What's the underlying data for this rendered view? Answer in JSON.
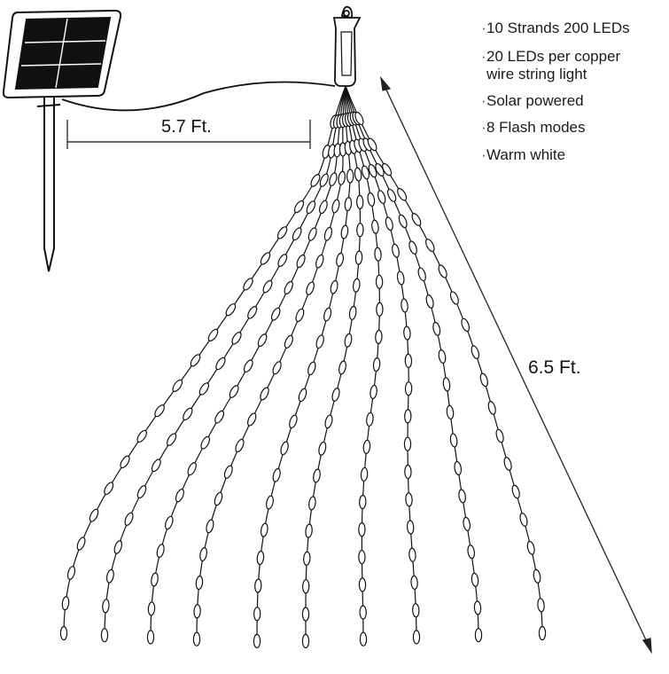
{
  "features": [
    {
      "lines": [
        "10 Strands 200 LEDs"
      ]
    },
    {
      "lines": [
        "20 LEDs per copper",
        "wire string light"
      ]
    },
    {
      "lines": [
        "Solar powered"
      ]
    },
    {
      "lines": [
        "8 Flash modes"
      ]
    },
    {
      "lines": [
        "Warm white"
      ]
    }
  ],
  "dimensions": {
    "cable_length": "5.7 Ft.",
    "strand_length": "6.5 Ft."
  },
  "product": {
    "strand_count": 10,
    "leds_per_strand": 20
  },
  "colors": {
    "line": "#111111",
    "background": "#ffffff"
  }
}
